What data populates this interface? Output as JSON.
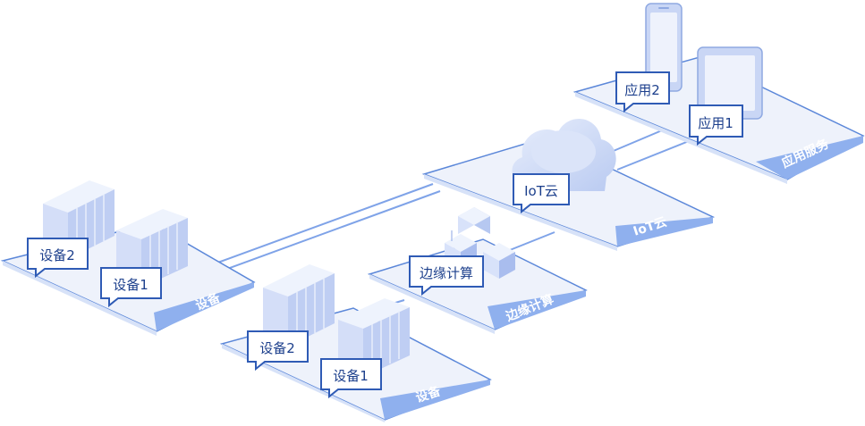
{
  "colors": {
    "platform_fill": "#eef2fb",
    "platform_stroke": "#5b87d9",
    "band_fill": "#8fb0ee",
    "line": "#7fa3e8",
    "server_light": "#e6ecfb",
    "server_mid": "#c9d6f5",
    "server_dark": "#aebfee",
    "cloud_light": "#dfe7fa",
    "cloud_dark": "#b8c9f0",
    "tag_stroke": "#2f5bb5",
    "tag_text": "#1c3f8c",
    "label_text": "#ffffff"
  },
  "app_service": {
    "platform_label": "应用服务",
    "phone_icon": "phone-icon",
    "tablet_icon": "tablet-icon",
    "tags": [
      "应用2",
      "应用1"
    ]
  },
  "iot_cloud": {
    "platform_label": "IoT云",
    "cloud_icon": "cloud-icon",
    "tag": "IoT云"
  },
  "edge": {
    "platform_label": "边缘计算",
    "cubes_icon": "cube-cluster-icon",
    "tag": "边缘计算"
  },
  "devices_left": {
    "platform_label": "设备",
    "server_icon": "server-stack-icon",
    "tags": [
      "设备2",
      "设备1"
    ]
  },
  "devices_bottom": {
    "platform_label": "设备",
    "server_icon": "server-stack-icon",
    "tags": [
      "设备2",
      "设备1"
    ]
  }
}
